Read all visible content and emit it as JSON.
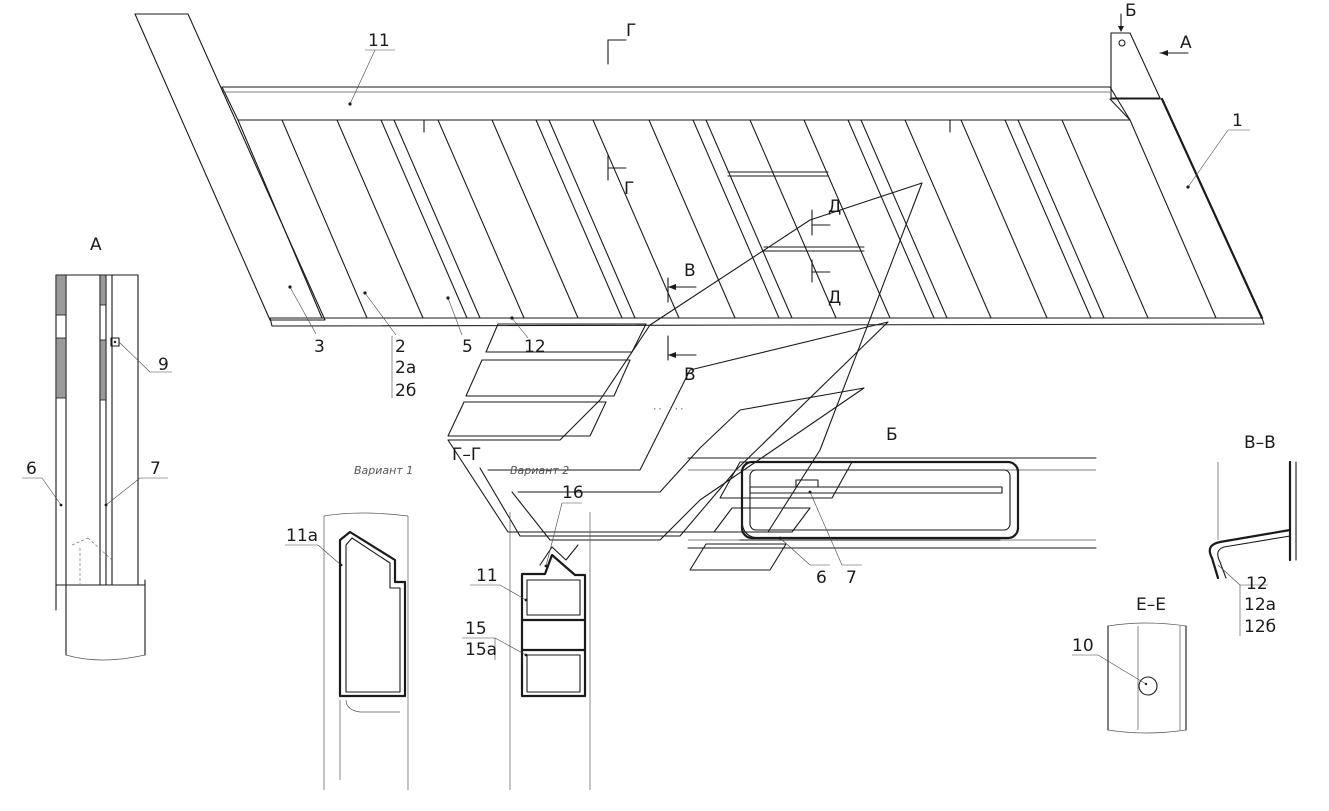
{
  "callouts": {
    "c11": "11",
    "c1": "1",
    "c3": "3",
    "c2": "2",
    "c2a": "2а",
    "c2b": "2б",
    "c5": "5",
    "c12": "12",
    "c9": "9",
    "c6": "6",
    "c7": "7",
    "c11a": "11а",
    "c11b": "11",
    "c15": "15",
    "c15a": "15а",
    "c16": "16",
    "c6b": "6",
    "c7b": "7",
    "c12b": "12",
    "c12a": "12а",
    "c12bb": "12б",
    "c10": "10"
  },
  "section_marks": {
    "g_top": "Г",
    "g_mid": "Г",
    "b_top": "Б",
    "a_top": "А",
    "d_top": "Д",
    "d_bot": "Д",
    "v_top": "В",
    "v_bot": "В"
  },
  "view_titles": {
    "view_a": "А",
    "view_b": "Б",
    "section_gg": "Г–Г",
    "section_vv": "В–В",
    "section_ee": "Е–Е"
  },
  "variants": {
    "v1": "Вариант 1",
    "v2": "Вариант 2"
  }
}
